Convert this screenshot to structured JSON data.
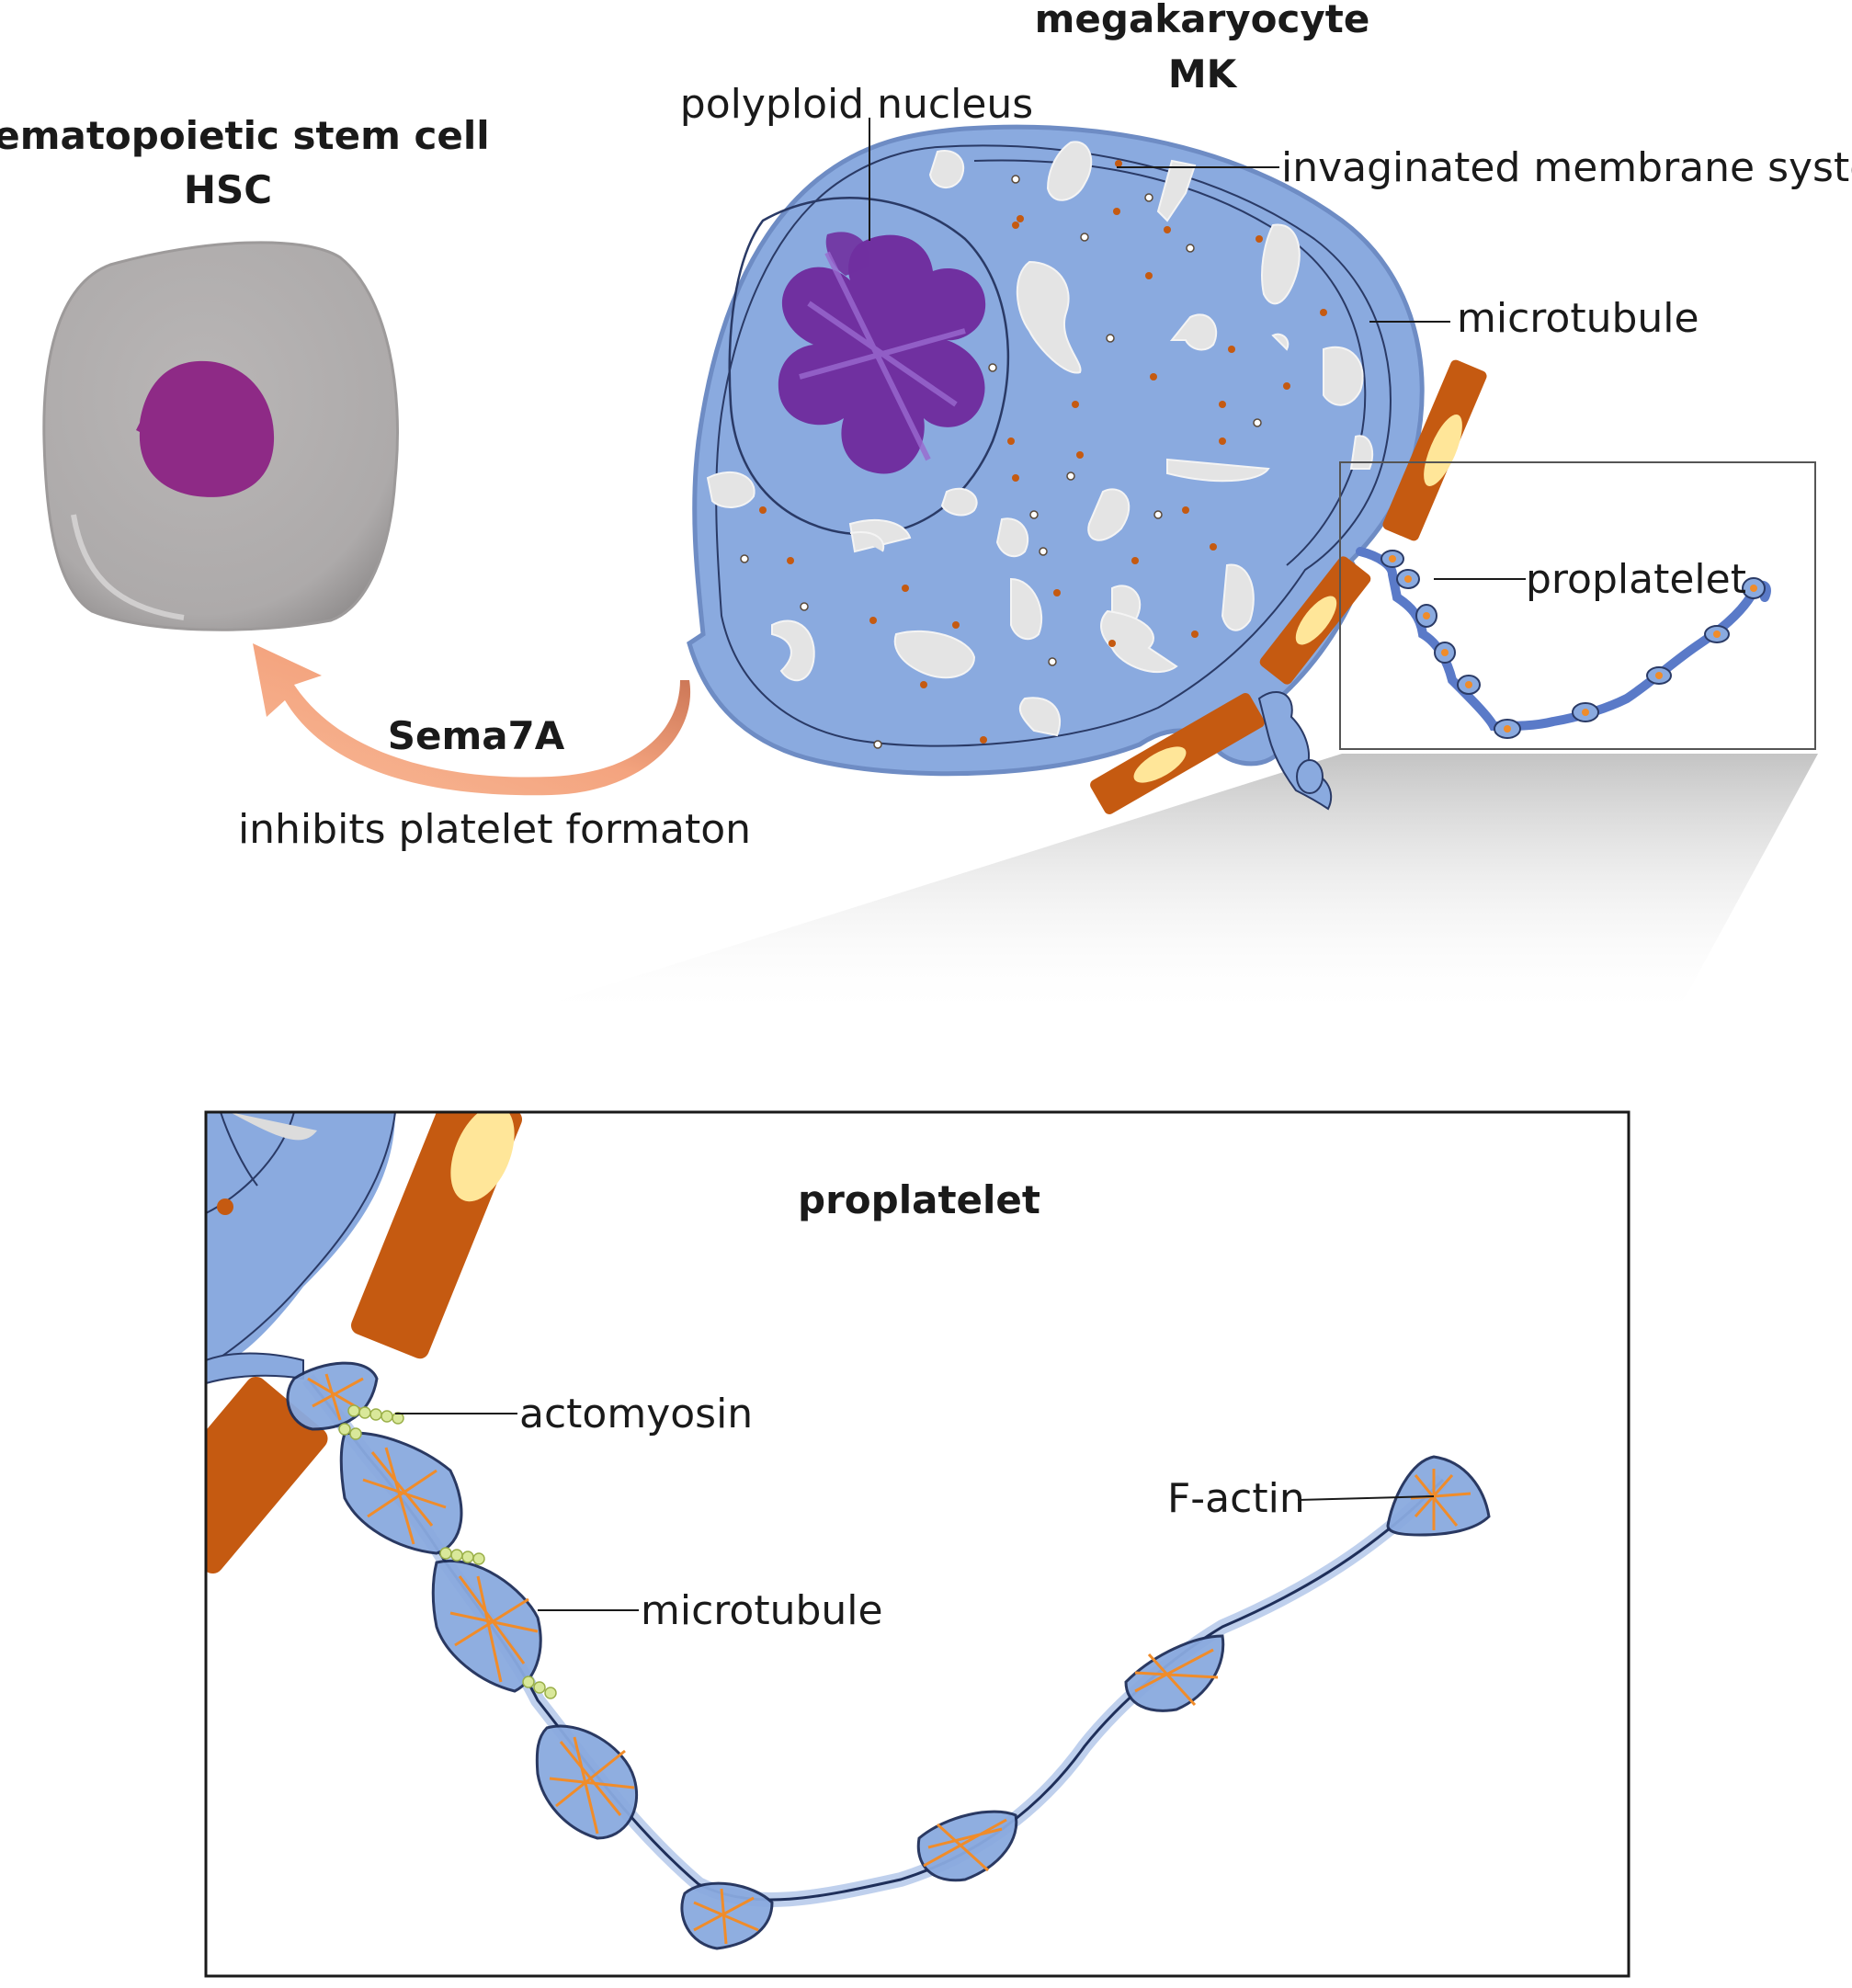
{
  "hsc": {
    "title_line1": "hematopoietic stem cell",
    "title_line2": "HSC"
  },
  "mk": {
    "title_line1": "megakaryocyte",
    "title_line2": "MK",
    "label_nucleus": "polyploid nucleus",
    "label_ims": "invaginated membrane system",
    "label_microtubule": "microtubule",
    "label_proplatelet": "proplatelet"
  },
  "arrow": {
    "molecule": "Sema7A",
    "effect": "inhibits platelet formaton"
  },
  "inset": {
    "title": "proplatelet",
    "label_actomyosin": "actomyosin",
    "label_microtubule": "microtubule",
    "label_factin": "F-actin"
  },
  "colors": {
    "hsc_body": "#b5b2b2",
    "hsc_nucleus": "#8e2a86",
    "mk_cytoplasm": "#8aaadf",
    "mk_nucleus": "#7030a0",
    "vessel": "#c55a11",
    "vessel_nucleus": "#ffe699",
    "granule": "#c55a11",
    "arrow": "#f4a47f",
    "factin": "#f08c2a"
  }
}
